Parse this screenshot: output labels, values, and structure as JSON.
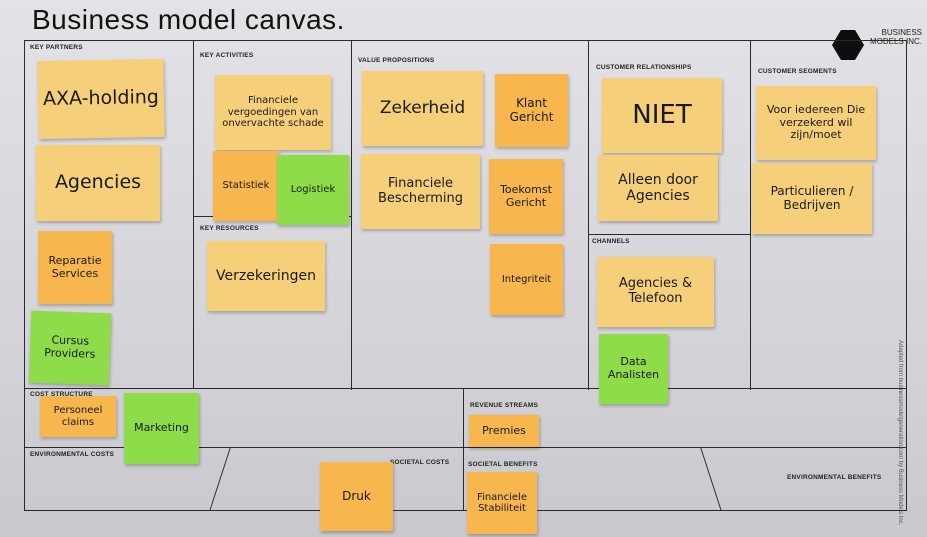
{
  "title": "Business model canvas.",
  "logo_text": "BUSINESS MODELS INC.",
  "credit": "Adapted from businessmodelgeneration.com by Business Models Inc.",
  "sections": {
    "key_partners": "KEY PARTNERS",
    "key_activities": "KEY ACTIVITIES",
    "key_resources": "KEY RESOURCES",
    "value_propositions": "VALUE PROPOSITIONS",
    "customer_relationships": "CUSTOMER RELATIONSHIPS",
    "channels": "CHANNELS",
    "customer_segments": "CUSTOMER SEGMENTS",
    "cost_structure": "COST STRUCTURE",
    "revenue_streams": "REVENUE STREAMS",
    "environmental_costs": "ENVIRONMENTAL COSTS",
    "societal_costs": "SOCIETAL COSTS",
    "societal_benefits": "SOCIETAL BENEFITS",
    "environmental_benefits": "ENVIRONMENTAL BENEFITS"
  },
  "notes": {
    "axa": "AXA-holding",
    "agencies_partner": "Agencies",
    "reparatie": "Reparatie Services",
    "cursus": "Cursus Providers",
    "fin_vergoedingen": "Financiele vergoedingen van onvervachte schade",
    "statistiek": "Statistiek",
    "logistiek": "Logistiek",
    "verzekeringen": "Verzekeringen",
    "zekerheid": "Zekerheid",
    "klant": "Klant Gericht",
    "fin_bescherming": "Financiele Bescherming",
    "toekomst": "Toekomst Gericht",
    "integriteit": "Integriteit",
    "niet": "NIET",
    "alleen": "Alleen door Agencies",
    "agencies_tel": "Agencies & Telefoon",
    "data": "Data Analisten",
    "voor_iedereen": "Voor iedereen Die verzekerd wil zijn/moet",
    "particulieren": "Particulieren / Bedrijven",
    "personeel": "Personeel claims",
    "marketing": "Marketing",
    "premies": "Premies",
    "druk": "Druk",
    "fin_stabiliteit": "Financiele Stabiliteit"
  }
}
